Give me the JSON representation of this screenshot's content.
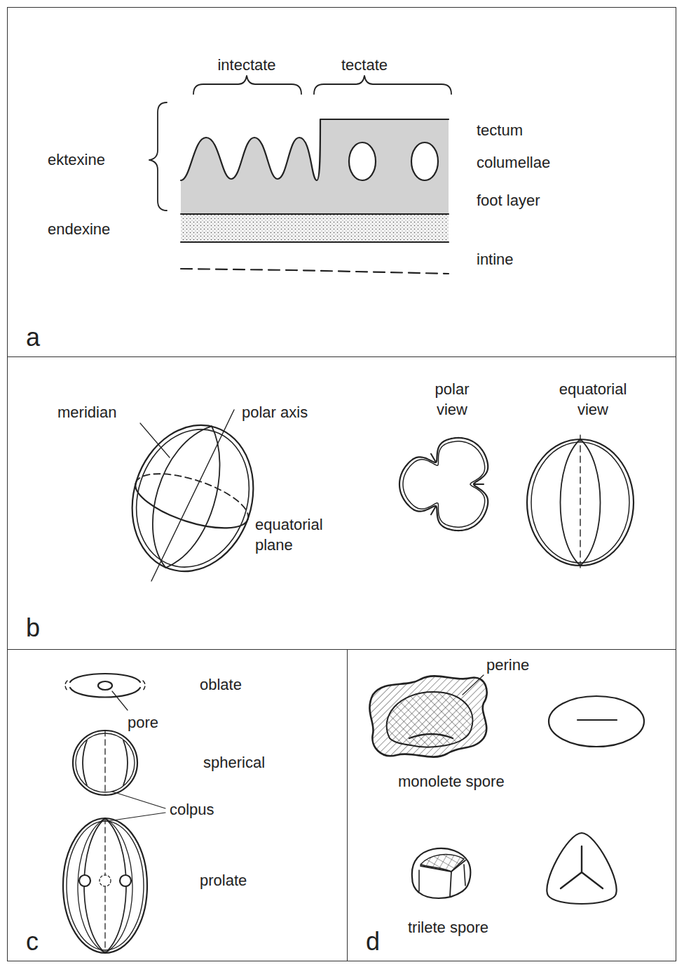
{
  "diagram": {
    "nodes": [
      {
        "text": [
          "a"
        ]
      },
      {
        "text": [
          "b"
        ]
      },
      {
        "text": [
          "c"
        ]
      },
      {
        "text": [
          "d"
        ]
      }
    ],
    "labels": [
      "intectate",
      "tectate",
      "ektexine",
      "endexine",
      "tectum",
      "columellae",
      "foot layer",
      "intine",
      "meridian",
      "polar axis",
      "polar view",
      "equatorial view",
      "equatorial plane",
      "oblate",
      "pore",
      "spherical",
      "colpus",
      "prolate",
      "perine",
      "monolete spore",
      "trilete spore"
    ]
  }
}
